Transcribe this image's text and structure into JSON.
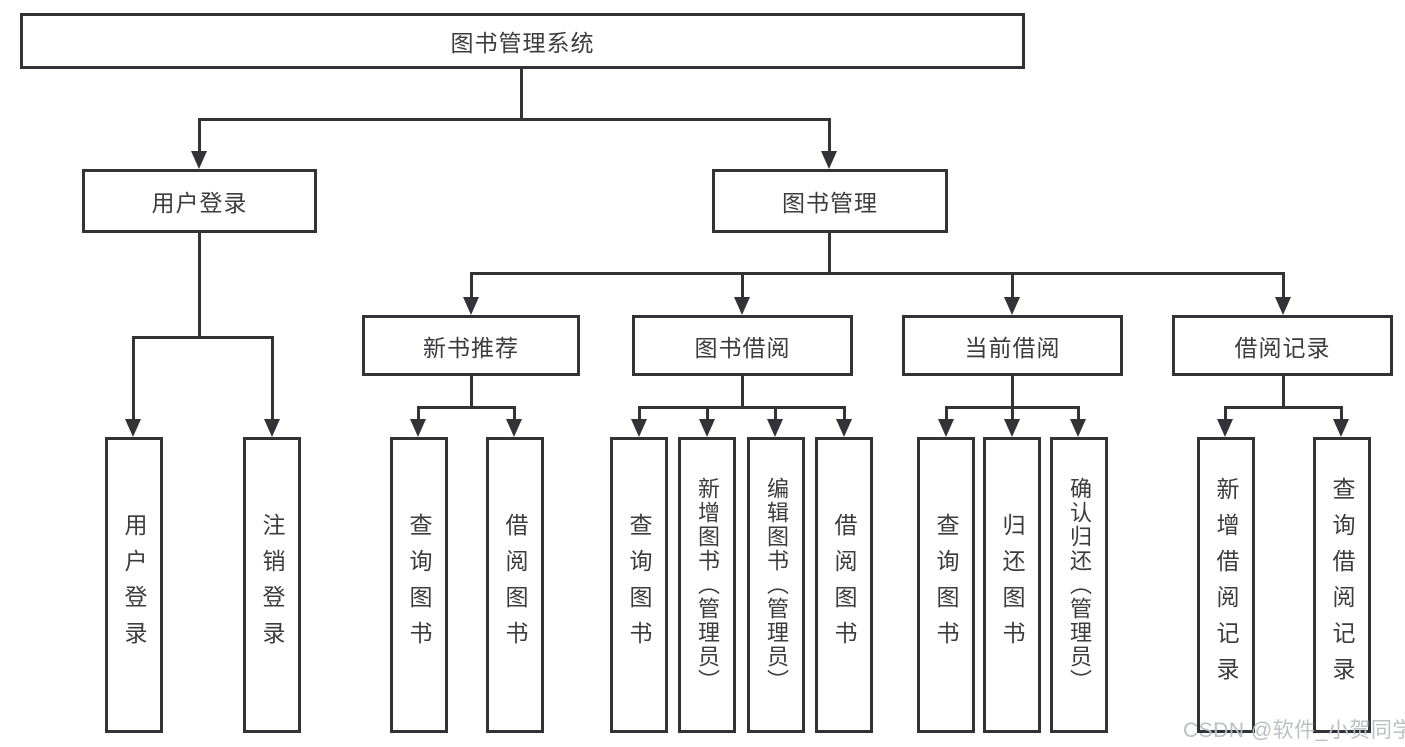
{
  "diagram": {
    "title": "图书管理系统",
    "root": {
      "label": "图书管理系统"
    },
    "level2": [
      {
        "label": "用户登录"
      },
      {
        "label": "图书管理"
      }
    ],
    "level3": [
      {
        "label": "新书推荐"
      },
      {
        "label": "图书借阅"
      },
      {
        "label": "当前借阅"
      },
      {
        "label": "借阅记录"
      }
    ],
    "leaves": {
      "user_login": [
        "用户登录",
        "注销登录"
      ],
      "new_book": [
        "查询图书",
        "借阅图书"
      ],
      "book_borrow": [
        "查询图书",
        "新增图书（管理员）",
        "编辑图书（管理员）",
        "借阅图书"
      ],
      "current_borrow": [
        "查询图书",
        "归还图书",
        "确认归还（管理员）"
      ],
      "records": [
        "新增借阅记录",
        "查询借阅记录"
      ]
    },
    "watermark": "CSDN @软件_小贺同学",
    "colors": {
      "line": "#323237",
      "text": "#3c3c40",
      "watermark": "#bcc0c4",
      "background": "#ffffff"
    }
  }
}
